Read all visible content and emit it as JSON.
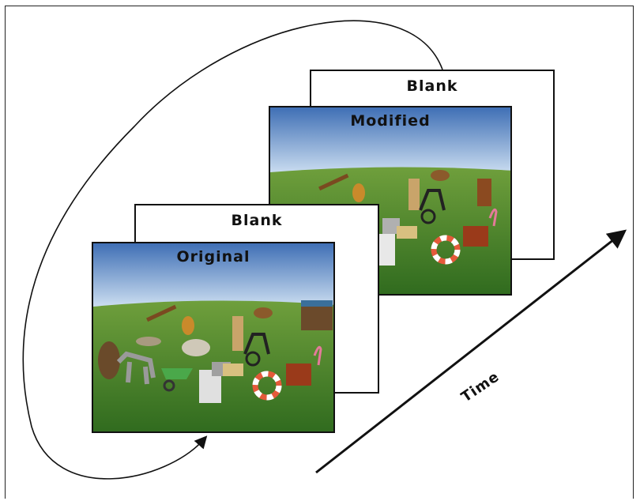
{
  "frames": {
    "blank_back": {
      "label": "Blank"
    },
    "modified": {
      "label": "Modified"
    },
    "blank_front": {
      "label": "Blank"
    },
    "original": {
      "label": "Original"
    }
  },
  "time_axis": {
    "label": "Time"
  },
  "colors": {
    "sky_top": "#3f6fb5",
    "sky_bottom": "#d6e6f5",
    "grass_top": "#6f9f3c",
    "grass_bottom": "#2f6a1e",
    "line": "#111111"
  }
}
